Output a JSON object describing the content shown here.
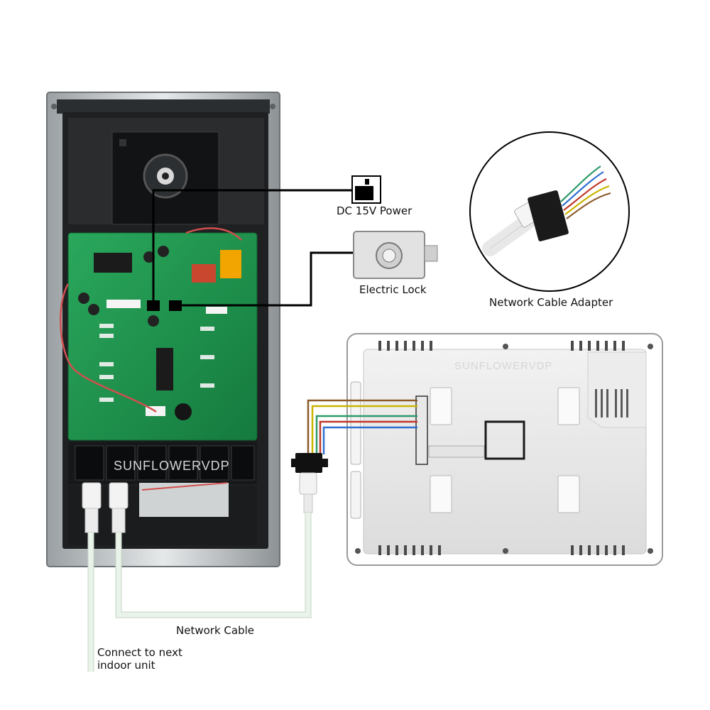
{
  "labels": {
    "dc_power": "DC 15V Power",
    "electric_lock": "Electric Lock",
    "network_cable_adapter": "Network Cable Adapter",
    "network_cable": "Network Cable",
    "connect_line1": "Connect to next",
    "connect_line2": "indoor unit"
  },
  "brand": {
    "outdoor_watermark": "SUNFLOWERVDP",
    "monitor_watermark": "SUNFLOWERVDP"
  },
  "colors": {
    "pcb": "#1f9a52",
    "wire_brown": "#8b5a2b",
    "wire_yellow": "#c9b400",
    "wire_green": "#2e9a6a",
    "wire_red": "#c0392b",
    "wire_blue": "#2f6fd0",
    "cable": "#e6f2e6"
  },
  "icons": {
    "power": "power-adapter-icon",
    "lock": "electric-lock-icon",
    "adapter": "rj45-adapter-icon"
  }
}
